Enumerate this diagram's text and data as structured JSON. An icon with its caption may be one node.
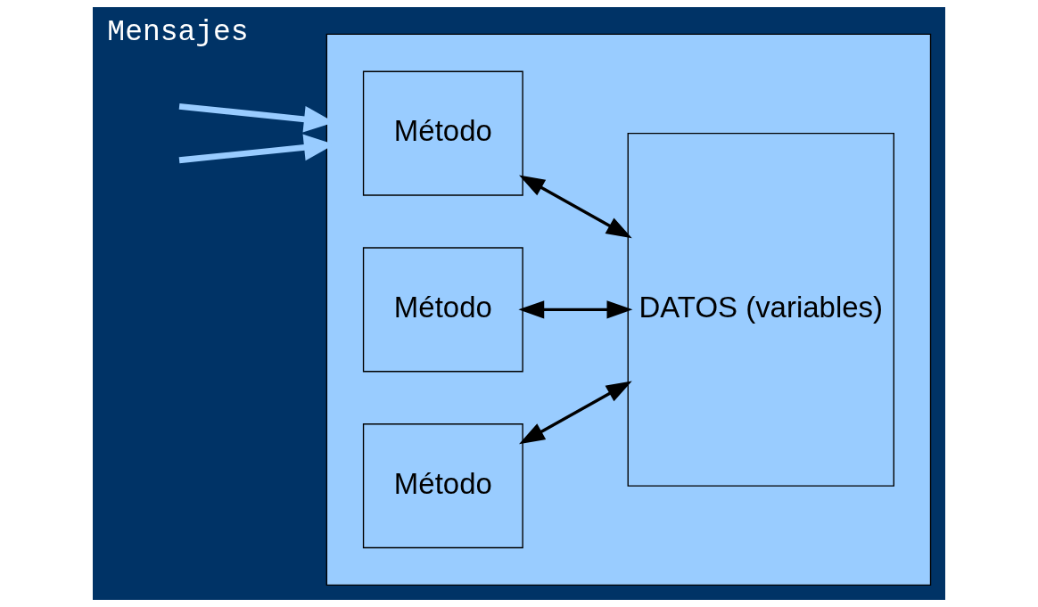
{
  "diagram": {
    "nodes": [
      {
        "text": [],
        "shape": "box"
      },
      {
        "text": [
          "Método"
        ],
        "in": 0
      },
      {
        "text": [
          "Método"
        ],
        "in": 0
      },
      {
        "text": [
          "Método"
        ],
        "in": 0
      },
      {
        "text": [
          "DATOS (variables)"
        ],
        "in": 0
      }
    ],
    "edges": [
      {
        "from": null,
        "to": 0,
        "arrow": "to",
        "style": "thick",
        "color": "#99ccff"
      },
      {
        "from": null,
        "to": 0,
        "arrow": "to",
        "style": "thick",
        "color": "#99ccff"
      },
      {
        "from": 1,
        "to": 4,
        "arrow": "both"
      },
      {
        "from": 2,
        "to": 4,
        "arrow": "both"
      },
      {
        "from": 3,
        "to": 4,
        "arrow": "both"
      }
    ],
    "labels": [
      "Mensajes"
    ]
  }
}
